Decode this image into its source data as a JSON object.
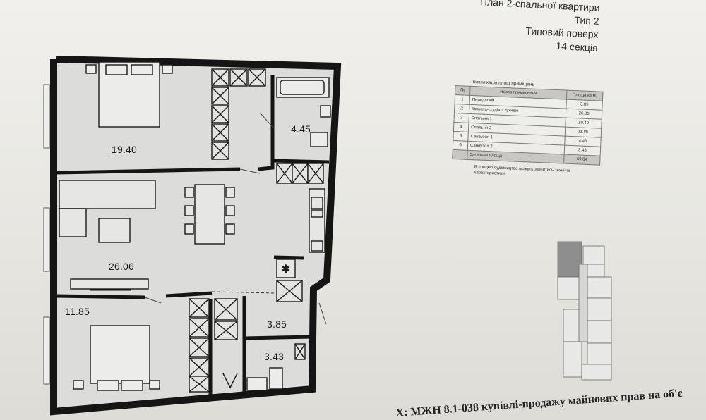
{
  "title": {
    "line1": "План 2-спальної квартири",
    "line2": "Тип 2",
    "line3": "Типовий поверх",
    "line4": "14 секція"
  },
  "plan": {
    "room_areas": [
      "19.40",
      "4.45",
      "26.06",
      "11.85",
      "3.85",
      "3.43"
    ]
  },
  "area_table": {
    "caption": "Експлікація площ приміщень",
    "headers": [
      "№",
      "Назва приміщення",
      "Площа кв.м."
    ],
    "rows": [
      [
        "1",
        "Передпокій",
        "3.85"
      ],
      [
        "2",
        "Кімната-студія з кухнею",
        "26.06"
      ],
      [
        "3",
        "Спальня 1",
        "19.40"
      ],
      [
        "4",
        "Спальня 2",
        "11.85"
      ],
      [
        "5",
        "Санвузол 1",
        "4.45"
      ],
      [
        "6",
        "Санвузол 2",
        "3.43"
      ]
    ],
    "total_label": "Загальна площа",
    "total_value": "69.04",
    "note": "В процесі будівництва можуть змінитись технічні характеристики"
  },
  "footer_text": "Х: МЖН 8.1-038 купівлі-продажу майнових прав на об'є",
  "colors": {
    "wall": "#151515",
    "floor": "#dcdcda",
    "highlight": "#8e8e8e"
  }
}
